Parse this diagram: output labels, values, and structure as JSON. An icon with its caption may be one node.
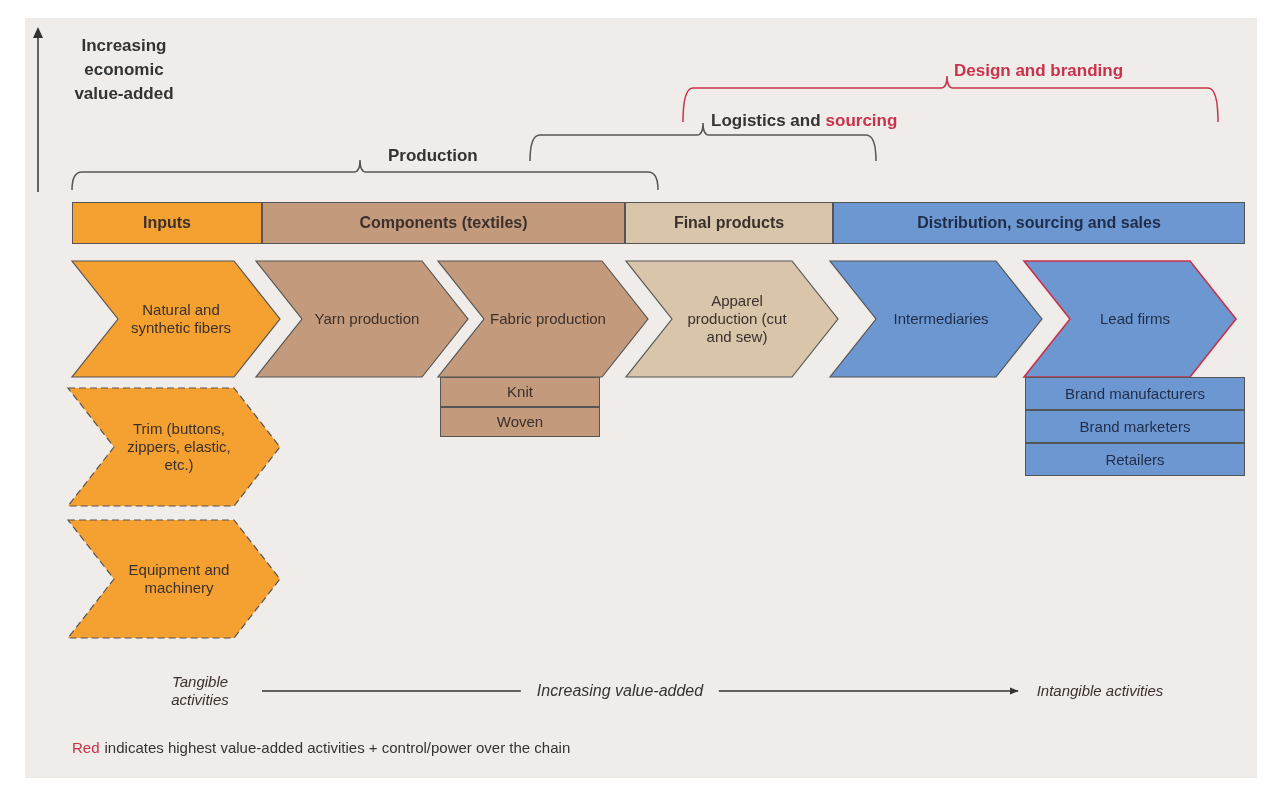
{
  "diagram": {
    "nodes": [
      {
        "text": [
          "Inputs"
        ]
      },
      {
        "text": [
          "Components (textiles)"
        ]
      },
      {
        "text": [
          "Final products"
        ]
      },
      {
        "text": [
          "Distribution, sourcing and sales"
        ]
      },
      {
        "text": [
          "Natural and synthetic fibers"
        ]
      },
      {
        "text": [
          "Yarn production"
        ]
      },
      {
        "text": [
          "Fabric production"
        ]
      },
      {
        "text": [
          "Apparel production (cut and sew)"
        ]
      },
      {
        "text": [
          "Intermediaries"
        ]
      },
      {
        "text": [
          "Lead firms"
        ]
      },
      {
        "text": [
          "Knit"
        ]
      },
      {
        "text": [
          "Woven"
        ]
      },
      {
        "text": [
          "Brand manufacturers"
        ]
      },
      {
        "text": [
          "Brand marketers"
        ]
      },
      {
        "text": [
          "Retailers"
        ]
      },
      {
        "text": [
          "Trim (buttons, zippers, elastic, etc.)"
        ]
      },
      {
        "text": [
          "Equipment and machinery"
        ]
      },
      {
        "text": [
          "Tangible activities"
        ]
      },
      {
        "text": [
          "Intangible activities"
        ]
      }
    ],
    "edges": [
      {
        "from": 17,
        "to": 18,
        "arrow": "to",
        "label": "Increasing value-added"
      }
    ],
    "labels": [
      "Increasing economic value-added",
      "Production",
      "Logistics and",
      "sourcing",
      "Design and branding",
      "Red",
      "indicates highest value-added activities + control/power over the chain"
    ]
  }
}
